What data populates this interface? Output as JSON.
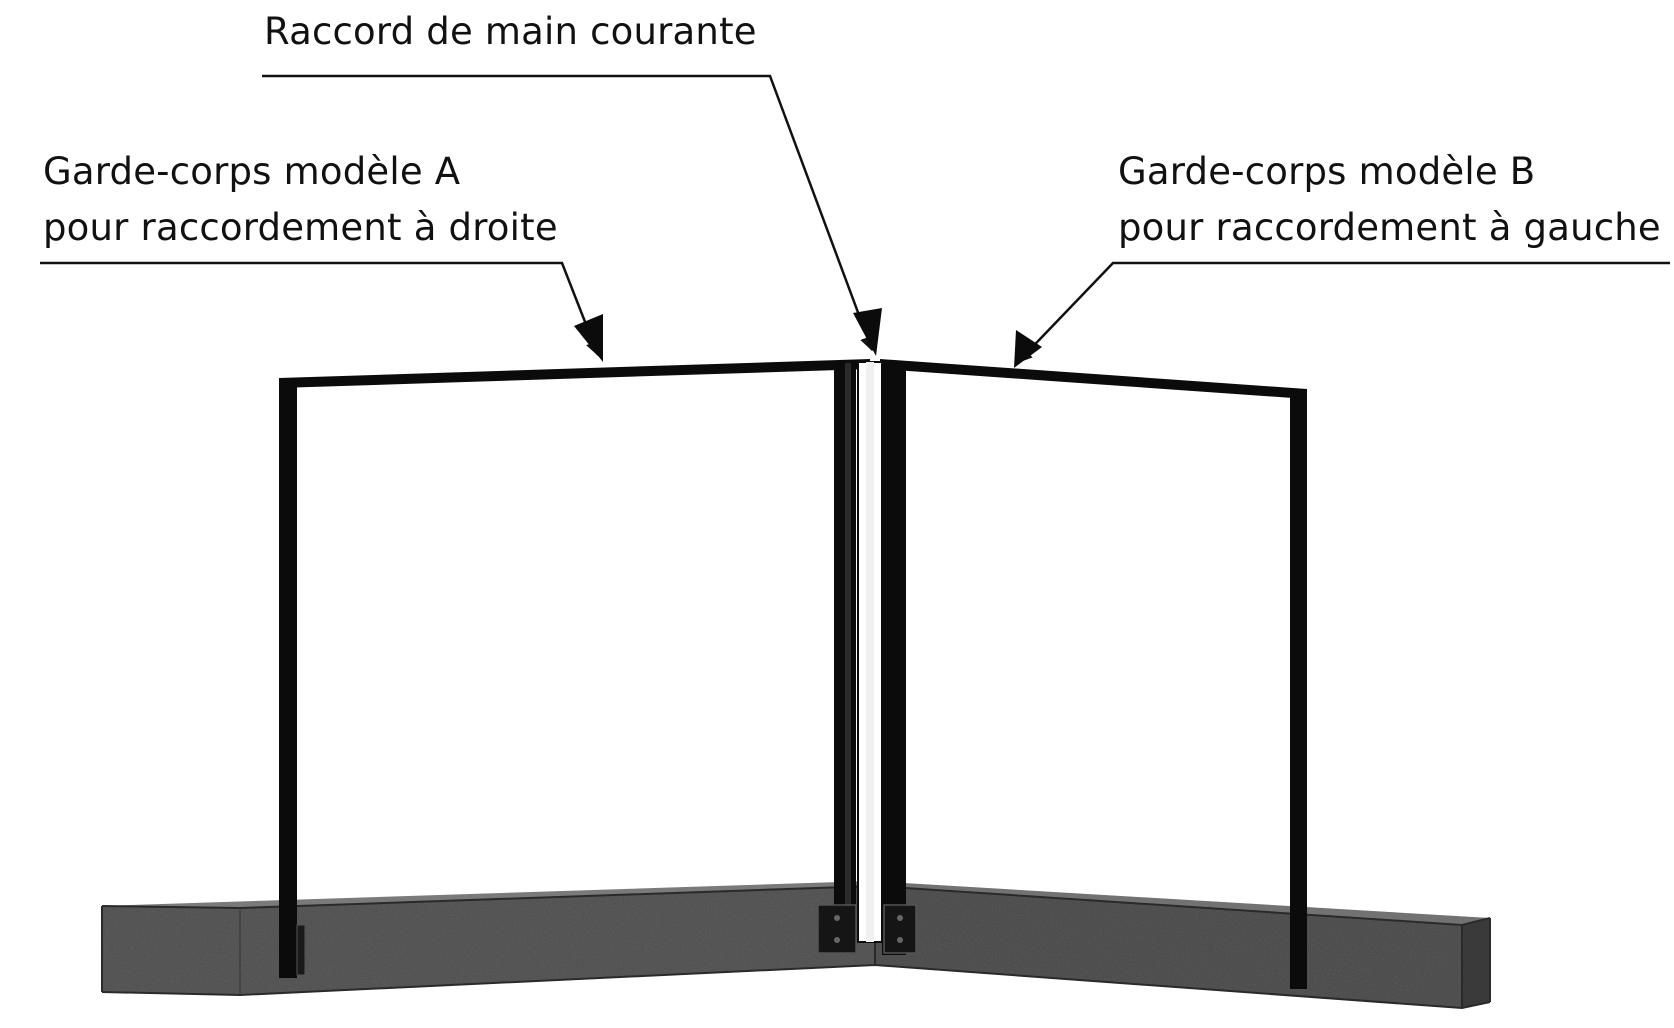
{
  "labels": {
    "raccord": "Raccord de main courante",
    "model_a_line1": "Garde-corps modèle A",
    "model_a_line2": "pour raccordement à droite",
    "model_b_line1": "Garde-corps modèle B",
    "model_b_line2": "pour raccordement à gauche"
  },
  "colors": {
    "frame": "#0b0b0b",
    "concrete_front": "#4a4a4a",
    "concrete_top": "#6e6e6e",
    "leader": "#111111"
  }
}
